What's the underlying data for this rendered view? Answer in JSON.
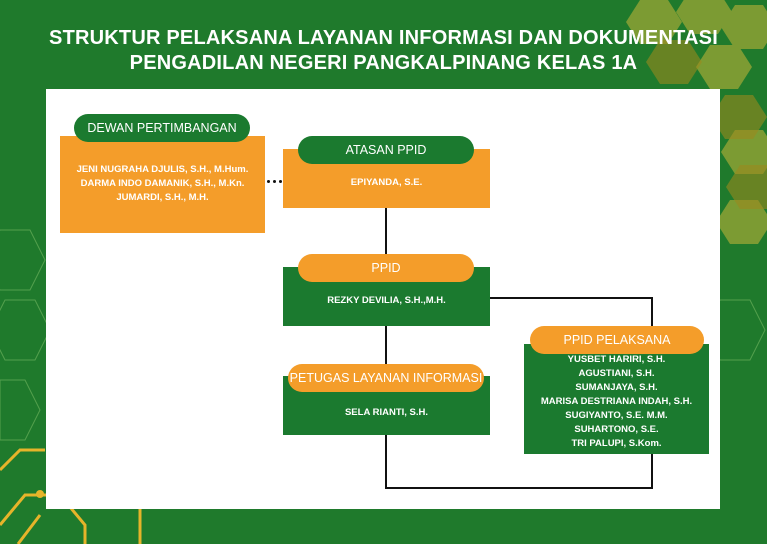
{
  "header": {
    "line1": "STRUKTUR PELAKSANA LAYANAN INFORMASI DAN DOKUMENTASI",
    "line2": "PENGADILAN NEGERI PANGKALPINANG KELAS 1A"
  },
  "dewan": {
    "title": "DEWAN PERTIMBANGAN",
    "members": [
      "JENI NUGRAHA DJULIS, S.H., M.Hum.",
      "DARMA INDO DAMANIK, S.H., M.Kn.",
      "JUMARDI, S.H., M.H."
    ]
  },
  "atasan": {
    "title": "ATASAN PPID",
    "members": [
      "EPIYANDA, S.E."
    ]
  },
  "ppid": {
    "title": "PPID",
    "members": [
      "REZKY DEVILIA, S.H.,M.H."
    ]
  },
  "petugas": {
    "title": "PETUGAS LAYANAN INFORMASI",
    "members": [
      "SELA RIANTI, S.H."
    ]
  },
  "pelaksana": {
    "title": "PPID PELAKSANA",
    "members": [
      "YUSBET HARIRI, S.H.",
      "AGUSTIANI, S.H.",
      "SUMANJAYA, S.H.",
      "MARISA DESTRIANA INDAH, S.H.",
      "SUGIYANTO, S.E. M.M.",
      "SUHARTONO, S.E.",
      "TRI PALUPI, S.Kom."
    ]
  },
  "colors": {
    "green": "#1b7a2f",
    "orange": "#f49d2a",
    "background": "#1f7a2c",
    "gold": "#d4a017"
  }
}
